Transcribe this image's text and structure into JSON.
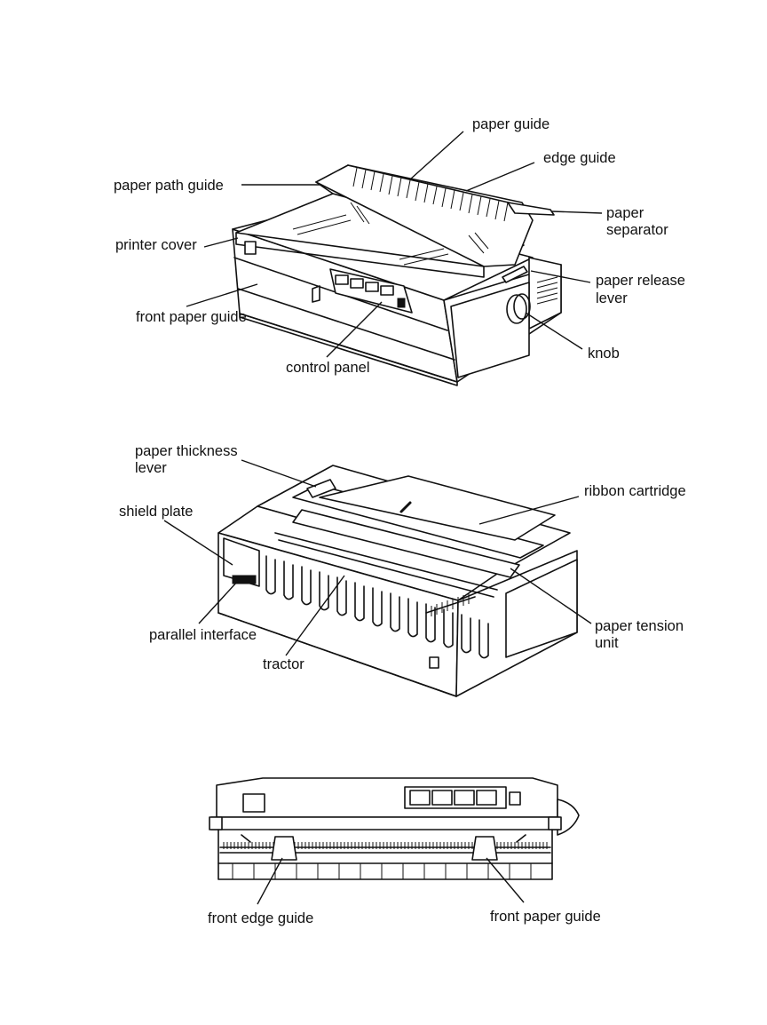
{
  "figure_top": {
    "labels": {
      "paper_guide": "paper guide",
      "edge_guide": "edge guide",
      "paper_path_guide": "paper path guide",
      "paper_separator_1": "paper",
      "paper_separator_2": "separator",
      "printer_cover": "printer cover",
      "paper_release_lever_1": "paper release",
      "paper_release_lever_2": "lever",
      "front_paper_guide": "front paper guide",
      "knob": "knob",
      "control_panel": "control panel"
    }
  },
  "figure_middle": {
    "labels": {
      "paper_thickness_lever_1": "paper thickness",
      "paper_thickness_lever_2": "lever",
      "ribbon_cartridge": "ribbon cartridge",
      "shield_plate": "shield plate",
      "parallel_interface": "parallel interface",
      "paper_tension_unit_1": "paper tension",
      "paper_tension_unit_2": "unit",
      "tractor": "tractor"
    }
  },
  "figure_bottom": {
    "labels": {
      "front_edge_guide": "front edge guide",
      "front_paper_guide": "front paper guide"
    }
  }
}
